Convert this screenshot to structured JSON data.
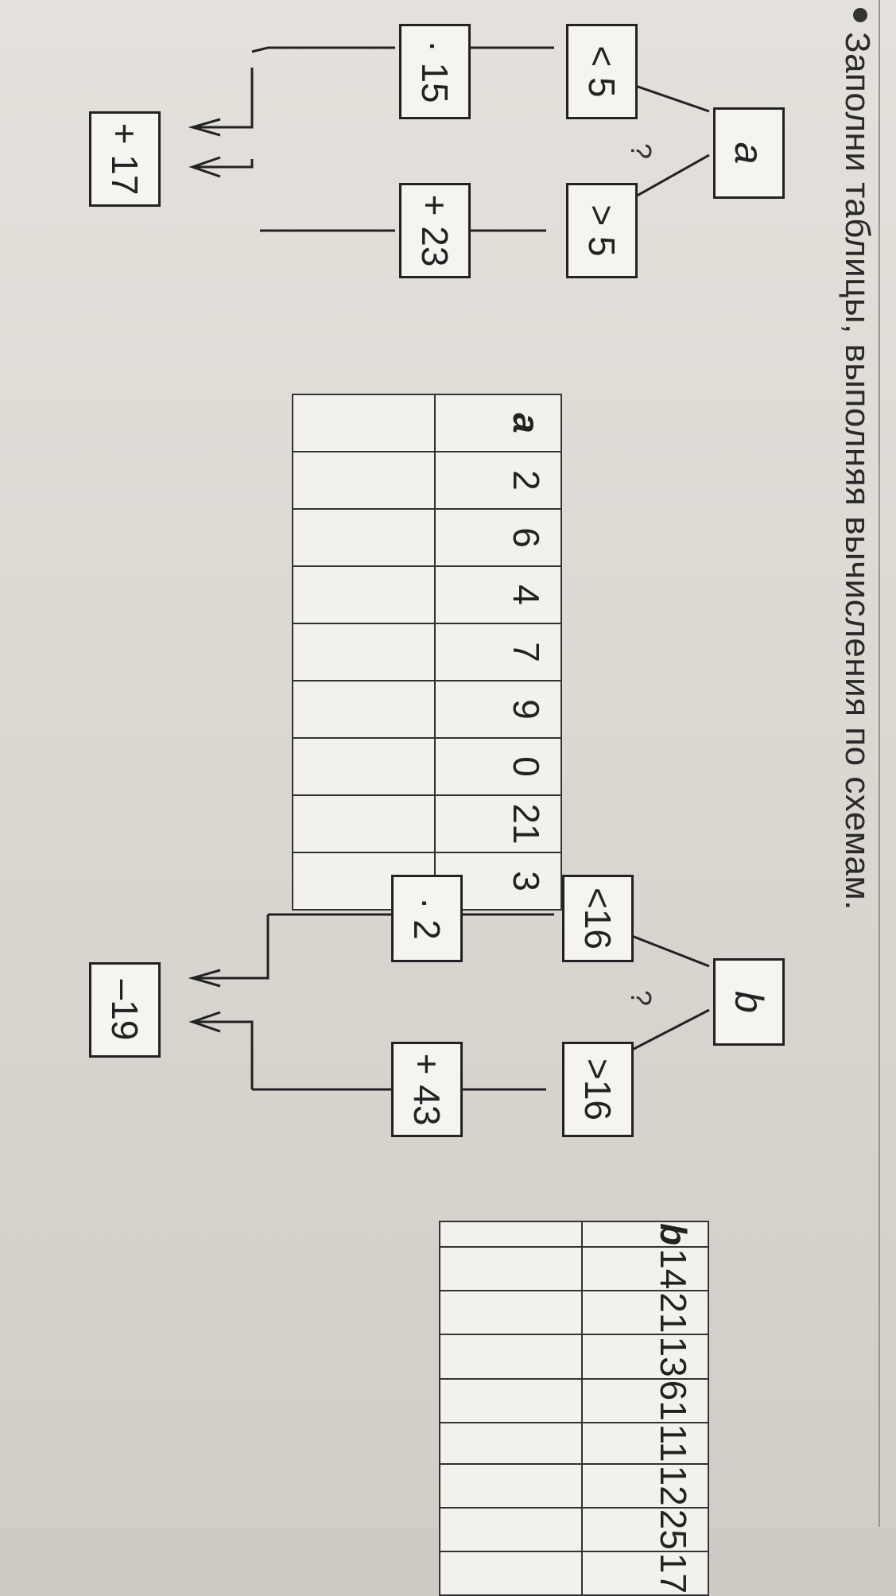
{
  "instruction": "Заполни таблицы, выполняя вычисления по схемам.",
  "scheme_a": {
    "variable": "a",
    "question_mark": "?",
    "branch_left": {
      "condition": "< 5",
      "operation": "· 15"
    },
    "branch_right": {
      "condition": "> 5",
      "operation": "+ 23"
    },
    "final_operation": "+ 17"
  },
  "table_a": {
    "header": "a",
    "values": [
      "2",
      "6",
      "4",
      "7",
      "9",
      "0",
      "21",
      "3"
    ],
    "answers": [
      "",
      "",
      "",
      "",
      "",
      "",
      "",
      ""
    ]
  },
  "scheme_b": {
    "variable": "b",
    "question_mark": "?",
    "branch_left": {
      "condition": "<16",
      "operation": "· 2"
    },
    "branch_right": {
      "condition": ">16",
      "operation": "+ 43"
    },
    "final_operation": "–19"
  },
  "table_b": {
    "header": "b",
    "values": [
      "14",
      "21",
      "13",
      "61",
      "11",
      "12",
      "25",
      "17"
    ],
    "answers": [
      "",
      "",
      "",
      "",
      "",
      "",
      "",
      ""
    ]
  }
}
